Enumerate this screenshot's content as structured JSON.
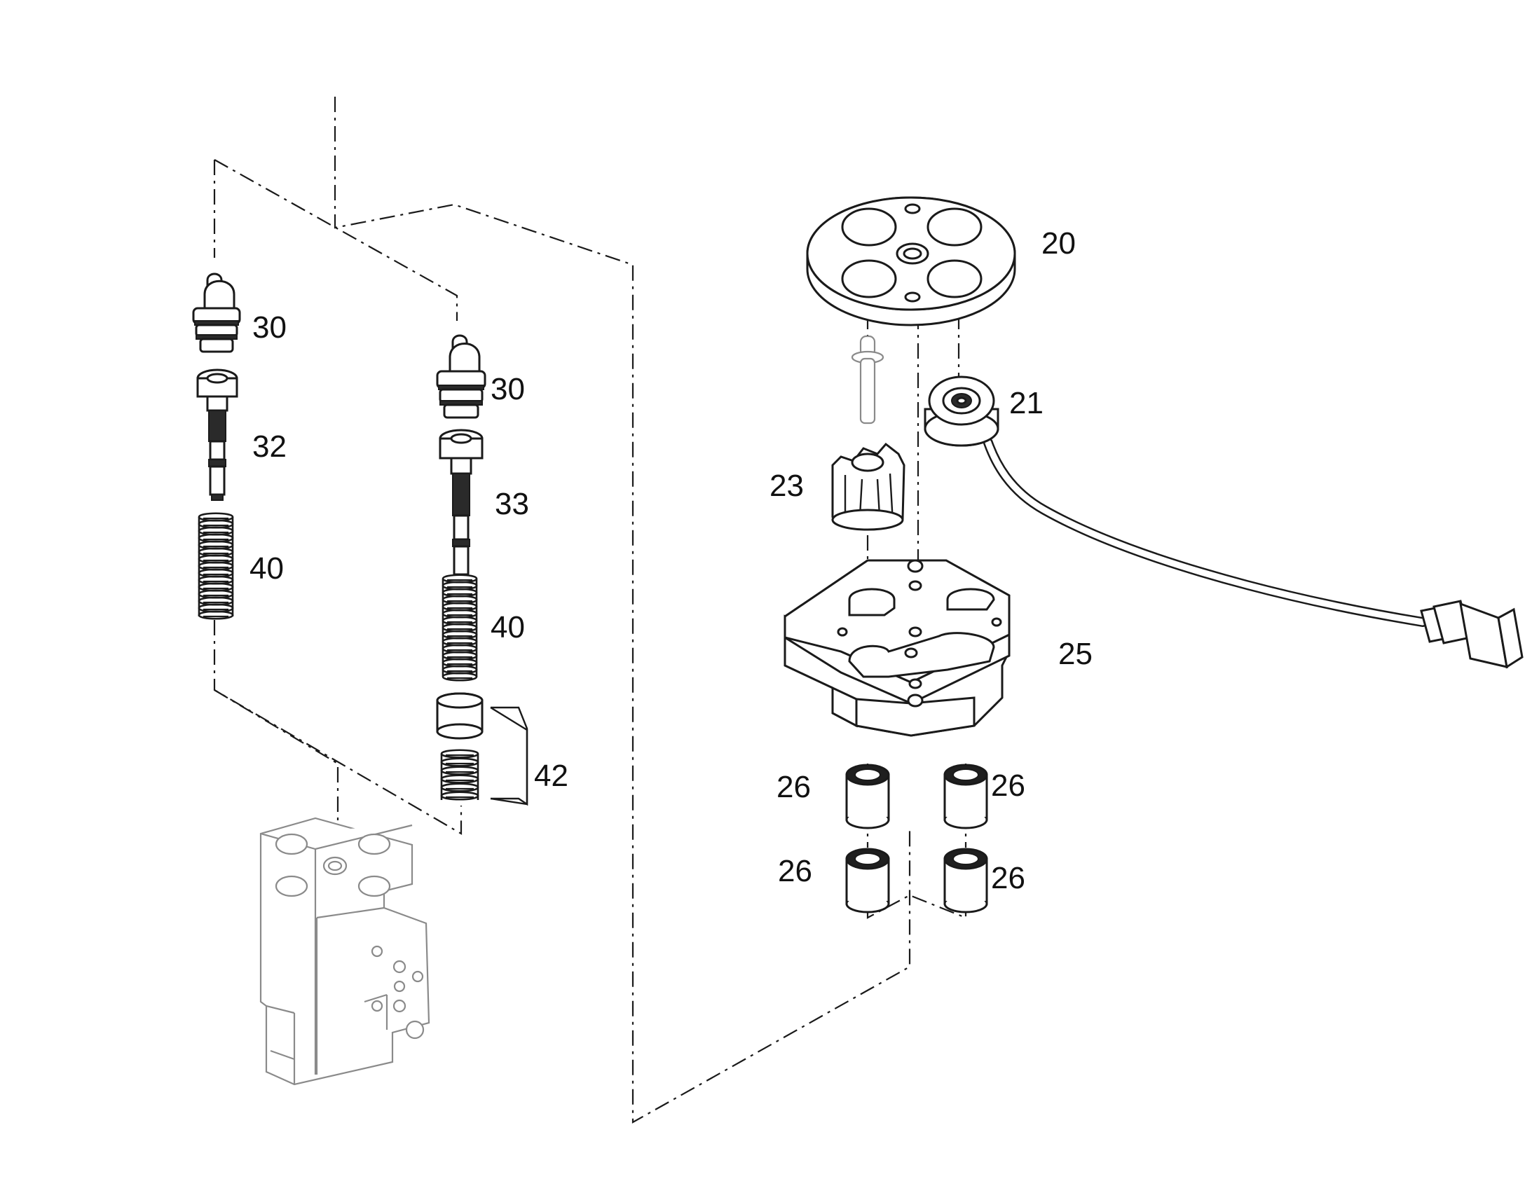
{
  "labels": {
    "p20": "20",
    "p21": "21",
    "p23": "23",
    "p25": "25",
    "p26a": "26",
    "p26b": "26",
    "p26c": "26",
    "p26d": "26",
    "p30a": "30",
    "p30b": "30",
    "p32": "32",
    "p33": "33",
    "p40a": "40",
    "p40b": "40",
    "p42": "42"
  }
}
